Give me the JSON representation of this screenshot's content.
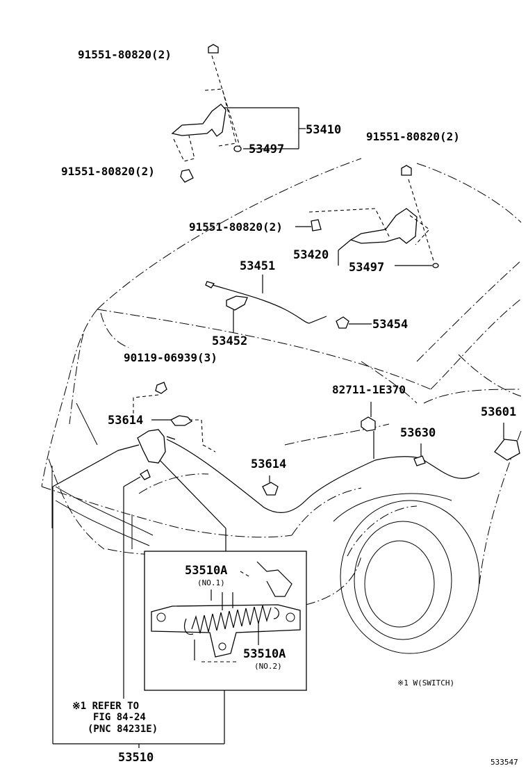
{
  "labels": {
    "bolt_top": "91551-80820(2)",
    "hinge_rh": "53410",
    "washer_rh": "53497",
    "bolt_rh_lower": "91551-80820(2)",
    "bolt_lh_upper": "91551-80820(2)",
    "bolt_lh_mid": "91551-80820(2)",
    "hinge_lh": "53420",
    "washer_lh": "53497",
    "support_rod": "53451",
    "rod_holder": "53452",
    "cushion": "53454",
    "screw": "90119-06939(3)",
    "clamp_left": "53614",
    "clip": "82711-1E370",
    "lever": "53601",
    "cable": "53630",
    "clamp_mid": "53614",
    "lock_upper": "53510A",
    "lock_upper_no": "(NO.1)",
    "lock_lower": "53510A",
    "lock_lower_no": "(NO.2)",
    "lock_assy": "53510"
  },
  "notes": {
    "refer_line1": "※1 REFER TO",
    "refer_line2": "FIG 84-24",
    "refer_line3": "(PNC 84231E)",
    "switch_note": "※1 W(SWITCH)",
    "figure_id": "533547"
  }
}
